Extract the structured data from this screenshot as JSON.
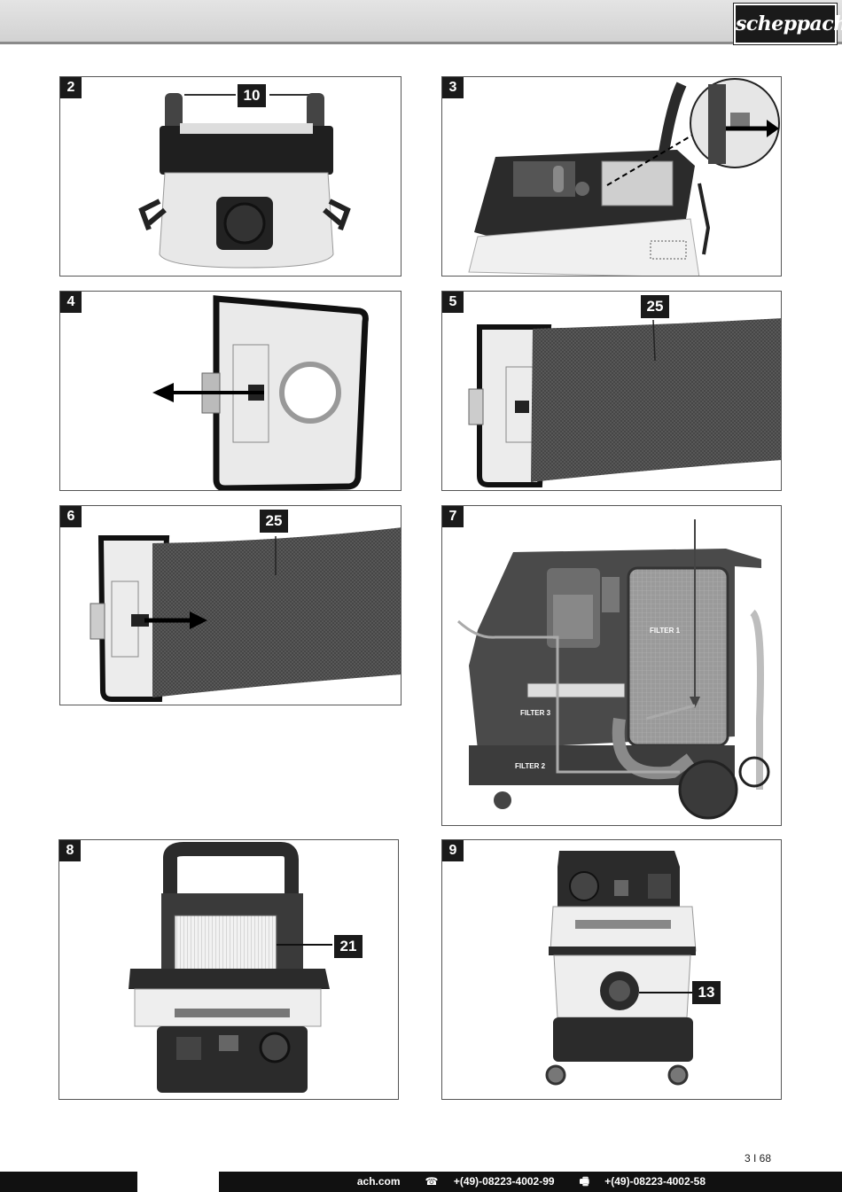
{
  "brand": {
    "logo": "scheppach"
  },
  "figures": [
    {
      "num": "2",
      "callouts": [
        "10"
      ]
    },
    {
      "num": "3",
      "callouts": []
    },
    {
      "num": "4",
      "callouts": []
    },
    {
      "num": "5",
      "callouts": [
        "25"
      ]
    },
    {
      "num": "6",
      "callouts": [
        "25"
      ]
    },
    {
      "num": "7",
      "callouts": [],
      "labels": [
        "FILTER 1",
        "FILTER 3",
        "FILTER 2"
      ]
    },
    {
      "num": "8",
      "callouts": [
        "21"
      ]
    },
    {
      "num": "9",
      "callouts": [
        "13"
      ]
    }
  ],
  "page_number": "3 I 68",
  "footer": {
    "web": "ach.com",
    "phone": "+(49)-08223-4002-99",
    "fax": "+(49)-08223-4002-58",
    "phone_icon": "phone-icon",
    "fax_icon": "fax-icon"
  },
  "colors": {
    "band": "#d9d9d9",
    "dark": "#1a1a1a",
    "footer": "#111111"
  }
}
